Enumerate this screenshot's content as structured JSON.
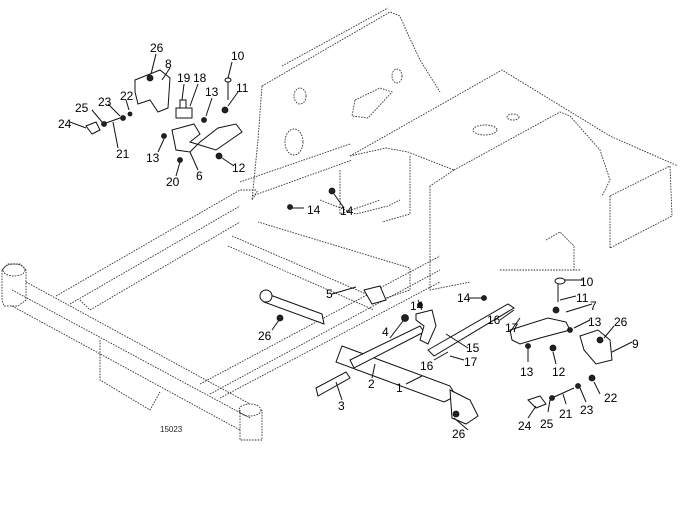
{
  "figure_id": "15023",
  "callouts": [
    {
      "id": "c26a",
      "label": "26"
    },
    {
      "id": "c8",
      "label": "8"
    },
    {
      "id": "c19",
      "label": "19"
    },
    {
      "id": "c18",
      "label": "18"
    },
    {
      "id": "c10a",
      "label": "10"
    },
    {
      "id": "c13a",
      "label": "13"
    },
    {
      "id": "c11a",
      "label": "11"
    },
    {
      "id": "c25a",
      "label": "25"
    },
    {
      "id": "c23a",
      "label": "23"
    },
    {
      "id": "c22a",
      "label": "22"
    },
    {
      "id": "c24a",
      "label": "24"
    },
    {
      "id": "c21a",
      "label": "21"
    },
    {
      "id": "c13b",
      "label": "13"
    },
    {
      "id": "c20",
      "label": "20"
    },
    {
      "id": "c6",
      "label": "6"
    },
    {
      "id": "c12a",
      "label": "12"
    },
    {
      "id": "c14a",
      "label": "14"
    },
    {
      "id": "c14b",
      "label": "14"
    },
    {
      "id": "c5",
      "label": "5"
    },
    {
      "id": "c26b",
      "label": "26"
    },
    {
      "id": "c4",
      "label": "4"
    },
    {
      "id": "c14c",
      "label": "14"
    },
    {
      "id": "c14d",
      "label": "14"
    },
    {
      "id": "c16a",
      "label": "16"
    },
    {
      "id": "c17a",
      "label": "17"
    },
    {
      "id": "c15",
      "label": "15"
    },
    {
      "id": "c16b",
      "label": "16"
    },
    {
      "id": "c17b",
      "label": "17"
    },
    {
      "id": "c10b",
      "label": "10"
    },
    {
      "id": "c11b",
      "label": "11"
    },
    {
      "id": "c7",
      "label": "7"
    },
    {
      "id": "c13c",
      "label": "13"
    },
    {
      "id": "c26c",
      "label": "26"
    },
    {
      "id": "c9",
      "label": "9"
    },
    {
      "id": "c13d",
      "label": "13"
    },
    {
      "id": "c12b",
      "label": "12"
    },
    {
      "id": "c2",
      "label": "2"
    },
    {
      "id": "c1",
      "label": "1"
    },
    {
      "id": "c3",
      "label": "3"
    },
    {
      "id": "c22b",
      "label": "22"
    },
    {
      "id": "c23b",
      "label": "23"
    },
    {
      "id": "c21b",
      "label": "21"
    },
    {
      "id": "c25b",
      "label": "25"
    },
    {
      "id": "c24b",
      "label": "24"
    },
    {
      "id": "c26d",
      "label": "26"
    }
  ]
}
